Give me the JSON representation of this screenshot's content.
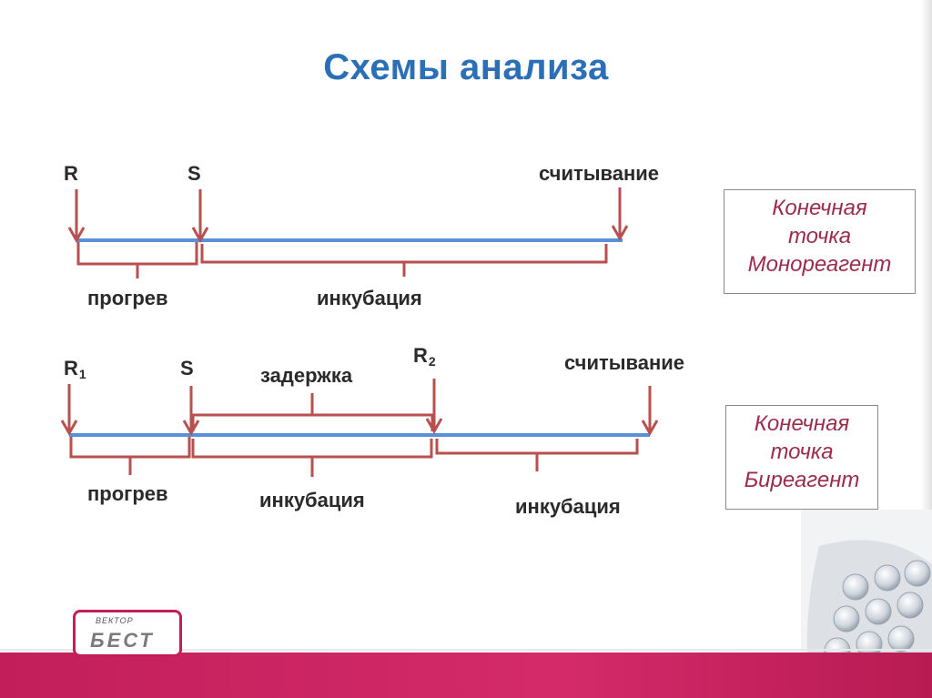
{
  "title": "Схемы анализа",
  "scheme1": {
    "markers": {
      "r": "R",
      "s": "S",
      "read": "считывание"
    },
    "segments": {
      "warmup": "прогрев",
      "incubation": "инкубация"
    },
    "box": {
      "line1": "Конечная",
      "line2": "точка",
      "line3": "Монореагент"
    }
  },
  "scheme2": {
    "markers": {
      "r1": "R",
      "r1_sub": "1",
      "s": "S",
      "r2": "R",
      "r2_sub": "2",
      "read": "считывание"
    },
    "segments": {
      "delay": "задержка",
      "warmup": "прогрев",
      "incubation1": "инкубация",
      "incubation2": "инкубация"
    },
    "box": {
      "line1": "Конечная",
      "line2": "точка",
      "line3": "Биреагент"
    }
  },
  "logo": {
    "small": "ВЕКТОР",
    "main": "БЕСТ"
  },
  "colors": {
    "arrow": "#b8504f",
    "timeline": "#5b8fd6",
    "title": "#2b6fb6",
    "accent": "#c21f5a"
  }
}
